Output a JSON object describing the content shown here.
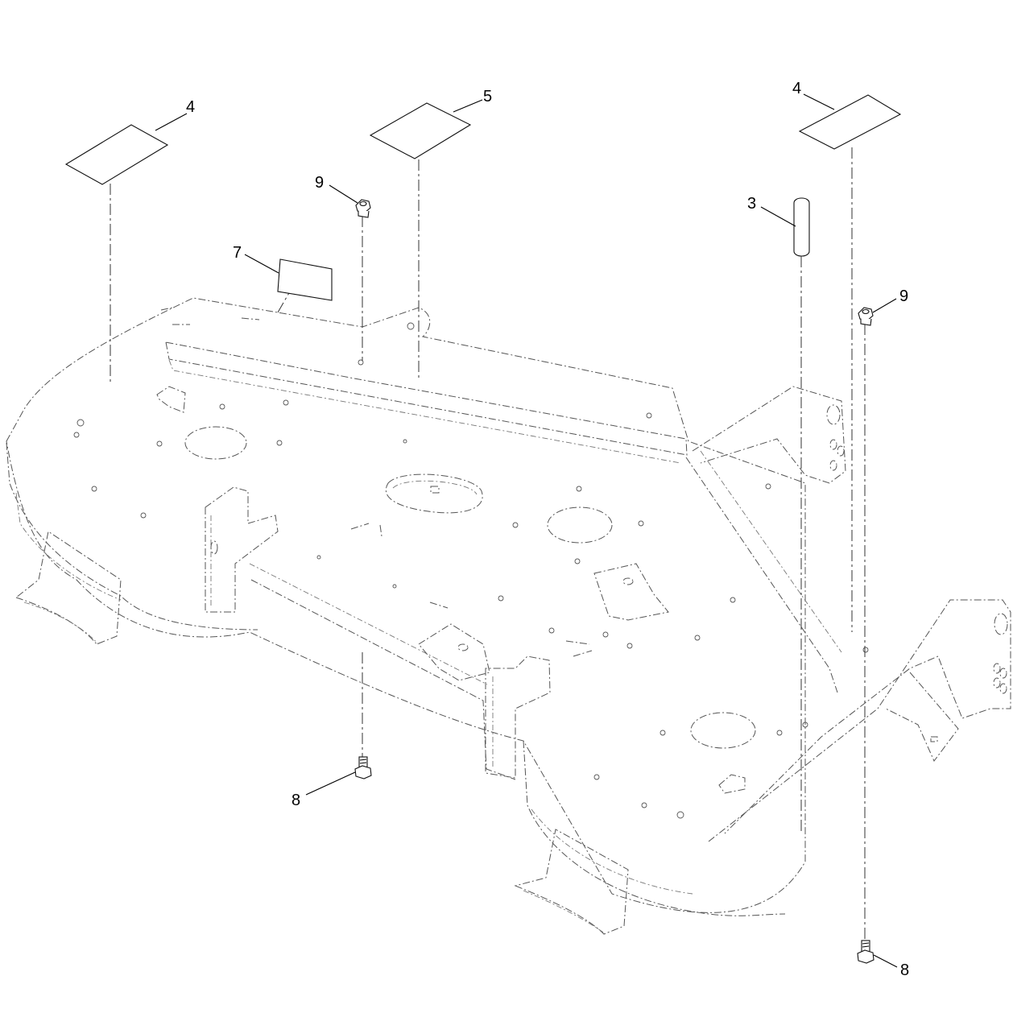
{
  "diagram": {
    "callouts": [
      {
        "id": "c4a",
        "label": "4",
        "part": "decal"
      },
      {
        "id": "c5",
        "label": "5",
        "part": "decal"
      },
      {
        "id": "c4b",
        "label": "4",
        "part": "decal"
      },
      {
        "id": "c9a",
        "label": "9",
        "part": "nut"
      },
      {
        "id": "c3",
        "label": "3",
        "part": "grip"
      },
      {
        "id": "c7",
        "label": "7",
        "part": "decal"
      },
      {
        "id": "c9b",
        "label": "9",
        "part": "nut"
      },
      {
        "id": "c8a",
        "label": "8",
        "part": "bolt"
      },
      {
        "id": "c8b",
        "label": "8",
        "part": "bolt"
      }
    ]
  }
}
